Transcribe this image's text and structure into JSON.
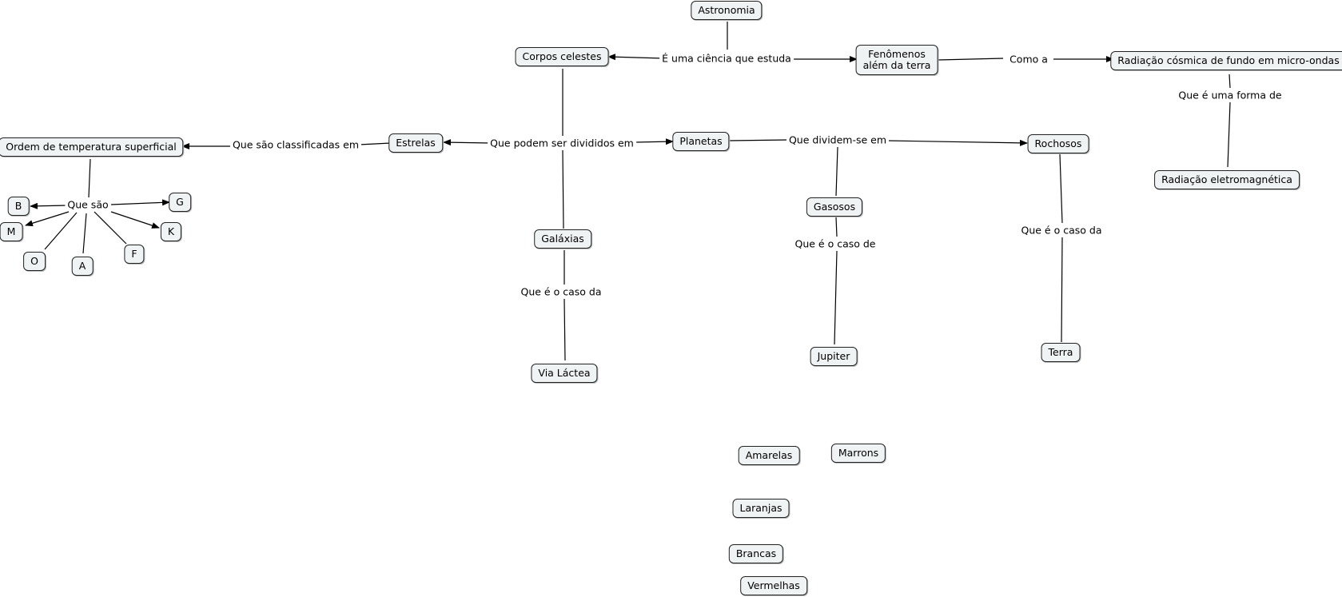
{
  "nodes": {
    "astronomia": "Astronomia",
    "corpos_celestes": "Corpos celestes",
    "fenomenos": "Fenômenos\nalém da terra",
    "radiacao_cosmica": "Radiação cósmica de fundo em micro-ondas",
    "radiacao_eletro": "Radiação eletromagnética",
    "ordem_temp": "Ordem de temperatura superficial",
    "estrelas": "Estrelas",
    "planetas": "Planetas",
    "rochosos": "Rochosos",
    "gasosos": "Gasosos",
    "galaxias": "Galáxias",
    "via_lactea": "Via Láctea",
    "jupiter": "Jupiter",
    "terra": "Terra",
    "b": "B",
    "g": "G",
    "m": "M",
    "k": "K",
    "o": "O",
    "a": "A",
    "f": "F",
    "amarelas": "Amarelas",
    "marrons": "Marrons",
    "laranjas": "Laranjas",
    "brancas": "Brancas",
    "vermelhas": "Vermelhas"
  },
  "links": {
    "ciencia": "É uma ciência que estuda",
    "como_a": "Como a",
    "forma_de": "Que é uma forma de",
    "classificadas": "Que são classificadas em",
    "divididos": "Que podem ser divididos em",
    "dividem": "Que dividem-se em",
    "que_sao": "Que são",
    "caso_galaxia": "Que é o caso da",
    "caso_gasoso": "Que é o caso de",
    "caso_rochoso": "Que é o caso da"
  }
}
